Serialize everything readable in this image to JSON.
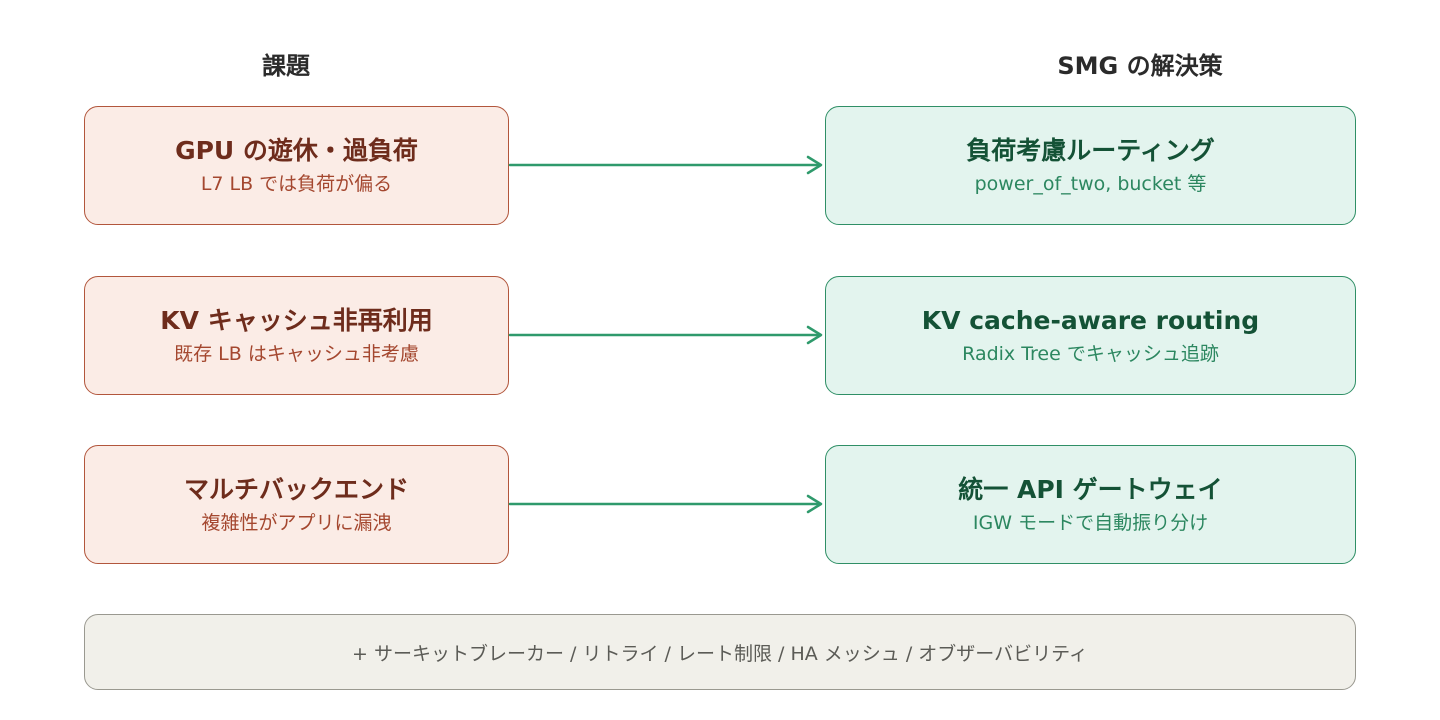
{
  "headers": {
    "left": "課題",
    "right": "SMG の解決策"
  },
  "rows": [
    {
      "problem": {
        "title": "GPU の遊休・過負荷",
        "sub": "L7 LB では負荷が偏る"
      },
      "solution": {
        "title": "負荷考慮ルーティング",
        "sub": "power_of_two, bucket 等"
      }
    },
    {
      "problem": {
        "title": "KV キャッシュ非再利用",
        "sub": "既存 LB はキャッシュ非考慮"
      },
      "solution": {
        "title": "KV cache-aware routing",
        "sub": "Radix Tree でキャッシュ追跡"
      }
    },
    {
      "problem": {
        "title": "マルチバックエンド",
        "sub": "複雑性がアプリに漏洩"
      },
      "solution": {
        "title": "統一 API ゲートウェイ",
        "sub": "IGW モードで自動振り分け"
      }
    }
  ],
  "footer": {
    "text": "+ サーキットブレーカー / リトライ / レート制限 / HA メッシュ / オブザーバビリティ"
  },
  "colors": {
    "problem_fill": "#fbece6",
    "problem_border": "#b2563c",
    "solution_fill": "#e3f4ee",
    "solution_border": "#2f8f66",
    "arrow": "#2f9a6c",
    "footer_fill": "#f1f0ea"
  }
}
